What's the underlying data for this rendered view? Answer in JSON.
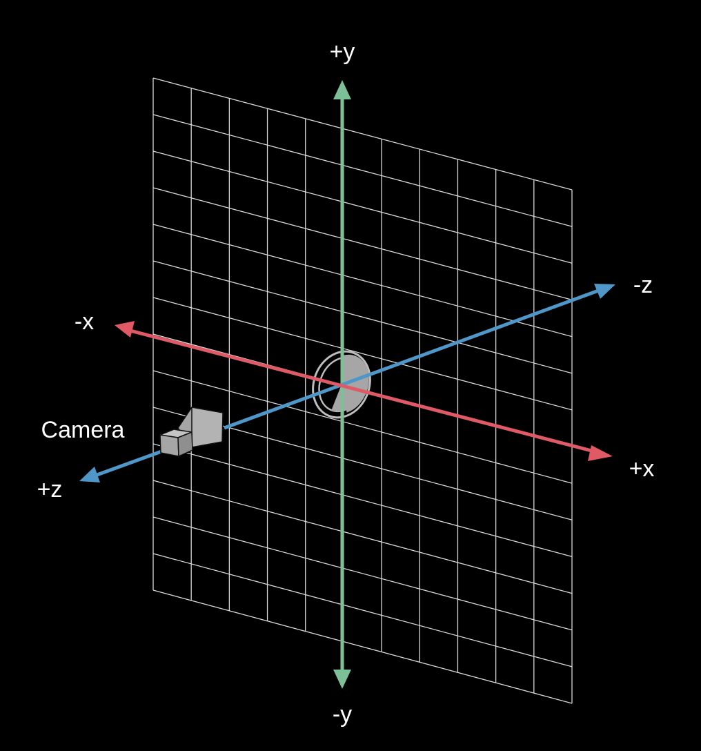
{
  "diagram": {
    "axes": {
      "pos_y": {
        "label": "+y",
        "color": "#7dbf97"
      },
      "neg_y": {
        "label": "-y",
        "color": "#7dbf97"
      },
      "pos_x": {
        "label": "+x",
        "color": "#e05a66"
      },
      "neg_x": {
        "label": "-x",
        "color": "#e05a66"
      },
      "pos_z": {
        "label": "+z",
        "color": "#4f97c8"
      },
      "neg_z": {
        "label": "-z",
        "color": "#4f97c8"
      }
    },
    "camera": {
      "label": "Camera",
      "color": "#a6a6a6"
    },
    "grid": {
      "columns": 11,
      "rows": 14,
      "color": "#d9d9d9"
    },
    "background": "#000000"
  }
}
